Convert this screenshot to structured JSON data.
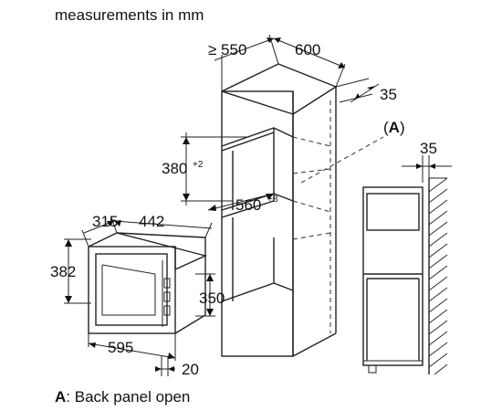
{
  "title": "measurements in mm",
  "legend": {
    "key": "A",
    "text": ": Back panel open"
  },
  "callout": {
    "key": "A",
    "open": "(",
    "close": ")"
  },
  "dimensions": {
    "cabinet_depth": "≥ 550",
    "cabinet_width": "600",
    "top_offset": "35",
    "side_gap": "35",
    "niche_height": "380",
    "niche_height_tol": "+2",
    "niche_width": "560",
    "niche_width_tol": "+8",
    "appliance_depth": "315",
    "appliance_width_top": "442",
    "appliance_height": "382",
    "appliance_inner_height": "350",
    "appliance_width": "595",
    "frame_thickness": "20"
  }
}
